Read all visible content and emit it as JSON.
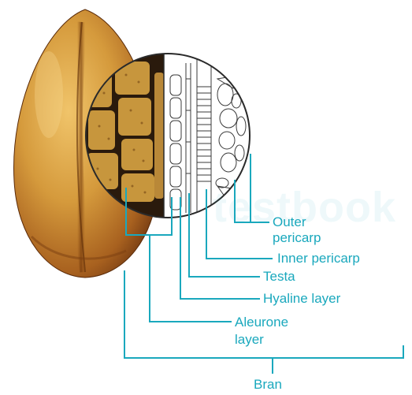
{
  "labels": {
    "outer_pericarp_line1": "Outer",
    "outer_pericarp_line2": "pericarp",
    "inner_pericarp": "Inner pericarp",
    "testa": "Testa",
    "hyaline_layer": "Hyaline layer",
    "aleurone_line1": "Aleurone",
    "aleurone_line2": "layer",
    "bran": "Bran"
  },
  "watermark": "testbook",
  "colors": {
    "leader_line": "#1aa8bd",
    "grain_light": "#d9a443",
    "grain_dark": "#7a3d0f",
    "aleurone_cell": "#c7963d",
    "section_outline": "#3a3a3a"
  }
}
